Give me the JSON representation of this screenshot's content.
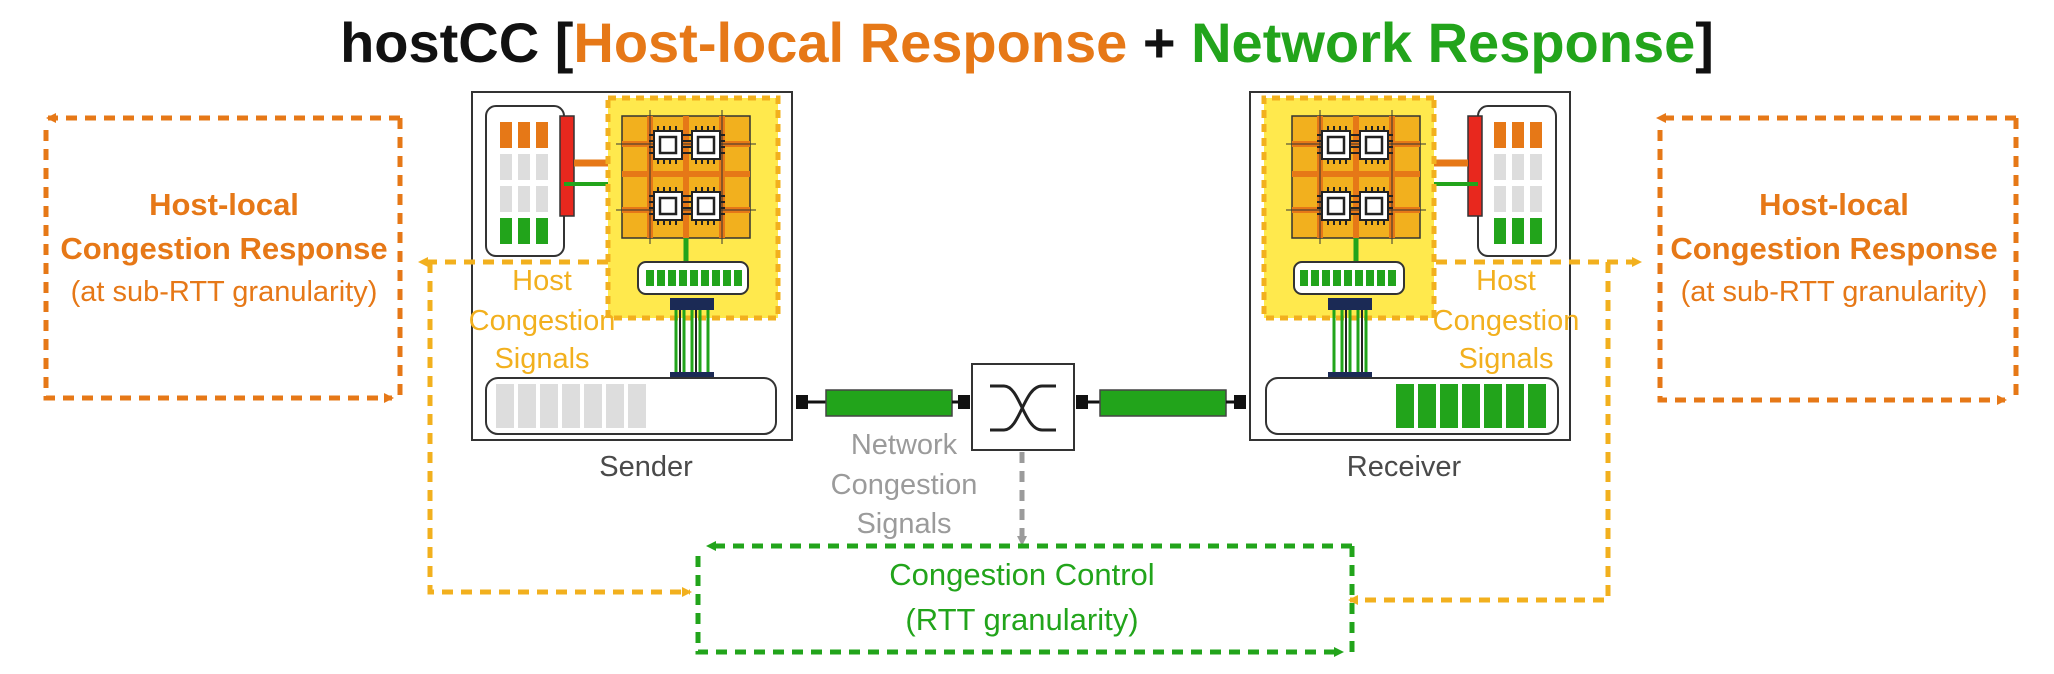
{
  "title": {
    "prefix": "hostCC [",
    "host_part": "Host-local Response",
    "plus": " + ",
    "network_part": "Network Response",
    "suffix": "]"
  },
  "left_response": {
    "line1": "Host-local",
    "line2": "Congestion Response",
    "line3": "(at sub-RTT granularity)"
  },
  "right_response": {
    "line1": "Host-local",
    "line2": "Congestion Response",
    "line3": "(at sub-RTT granularity)"
  },
  "host_signals_left": {
    "line1": "Host",
    "line2": "Congestion",
    "line3": "Signals"
  },
  "host_signals_right": {
    "line1": "Host",
    "line2": "Congestion",
    "line3": "Signals"
  },
  "network_signals": {
    "line1": "Network",
    "line2": "Congestion",
    "line3": "Signals"
  },
  "congestion_control": {
    "line1": "Congestion Control",
    "line2": "(RTT granularity)"
  },
  "sender_label": "Sender",
  "receiver_label": "Receiver",
  "colors": {
    "host_orange": "#E67817",
    "network_green": "#22A41B",
    "signal_yellow": "#F2B01E",
    "network_grey": "#9B9B9B",
    "memory_red": "#E8281E"
  }
}
